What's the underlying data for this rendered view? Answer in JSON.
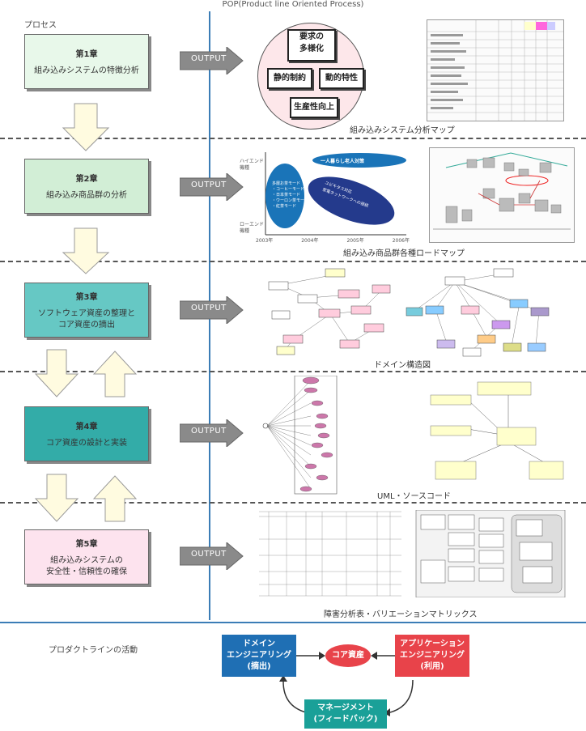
{
  "header": {
    "title": "POP(Product line Oriented Process)",
    "process_label": "プロセス"
  },
  "output_label": "OUTPUT",
  "chapters": [
    {
      "title": "第1章",
      "desc": [
        "組み込みシステムの特徴分析"
      ],
      "color": "#e8f8ea"
    },
    {
      "title": "第2章",
      "desc": [
        "組み込み商品群の分析"
      ],
      "color": "#d2eed6"
    },
    {
      "title": "第3章",
      "desc": [
        "ソフトウェア資産の整理と",
        "コア資産の摘出"
      ],
      "color": "#66c8c4"
    },
    {
      "title": "第4章",
      "desc": [
        "コア資産の設計と実装"
      ],
      "color": "#33aca8"
    },
    {
      "title": "第5章",
      "desc": [
        "組み込みシステムの",
        "安全性・信頼性の確保"
      ],
      "color": "#fde3ee"
    }
  ],
  "outputs": [
    {
      "caption": "組み込みシステム分析マップ"
    },
    {
      "caption": "組み込み商品群各種ロードマップ"
    },
    {
      "caption": "ドメイン構造図"
    },
    {
      "caption": "UML・ソースコード"
    },
    {
      "caption": "障害分析表・バリエーションマトリックス"
    }
  ],
  "map1": {
    "tl": [
      "要求の",
      "多様化"
    ],
    "ml": "静的制約",
    "mr": "動的特性",
    "bottom": "生産性向上"
  },
  "roadmap": {
    "y_high": [
      "ハイエンド",
      "機種"
    ],
    "y_low": [
      "ローエンド",
      "機種"
    ],
    "years": [
      "2003年",
      "2004年",
      "2005年",
      "2006年"
    ],
    "ellipse1": "一人暮らし老人対策",
    "ellipse2": [
      "多層お茶モード",
      "・コーヒーモード",
      "・日本茶モード",
      "・ウーロン茶モード",
      "・紅茶モード"
    ],
    "ellipse3": [
      "ユビキタス対応",
      "家電ネットワークへの接続"
    ]
  },
  "bottom": {
    "label": "プロダクトラインの活動",
    "domain": [
      "ドメイン",
      "エンジニアリング",
      "(摘出)"
    ],
    "core": "コア資産",
    "app": [
      "アプリケーション",
      "エンジニアリング",
      "(利用)"
    ],
    "mgmt": [
      "マネージメント",
      "(フィードバック)"
    ]
  },
  "colors": {
    "line": "#3b7db6",
    "domain_box": "#1f6fb4",
    "core": "#e8434a",
    "app_box": "#e8434a",
    "mgmt_box": "#1aa098",
    "arrow_fill": "#fffbe0",
    "output_arrow": "#8a8a8a"
  }
}
